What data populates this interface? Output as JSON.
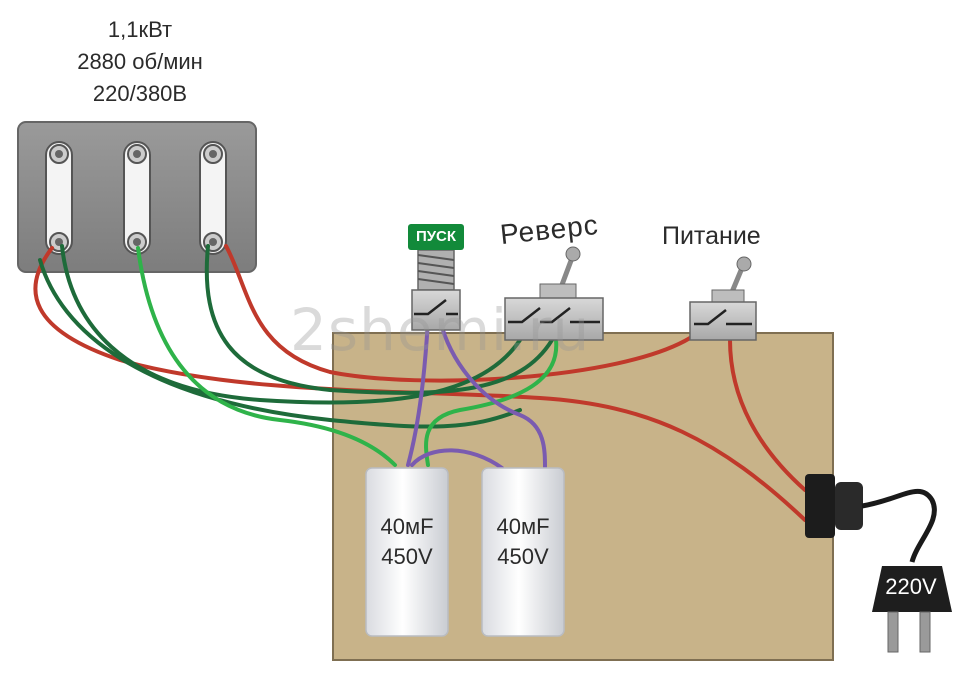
{
  "motor": {
    "power": "1,1кВт",
    "speed": "2880 об/мин",
    "voltage": "220/380В"
  },
  "watermark": "2shemi.ru",
  "buttons": {
    "start_label": "ПУСК",
    "reverse_label": "Реверс",
    "power_label": "Питание"
  },
  "capacitors": [
    {
      "capacity": "40мF",
      "voltage": "450V"
    },
    {
      "capacity": "40мF",
      "voltage": "450V"
    }
  ],
  "plug": {
    "label": "220V"
  },
  "colors": {
    "red_wire": "#c0392b",
    "dark_green_wire": "#1e6b3a",
    "green_wire": "#2fb34a",
    "purple_wire": "#7a5bb0",
    "board": "#c9b48a",
    "terminal_box": "#8a8a8a",
    "start_button": "#128a3a"
  }
}
